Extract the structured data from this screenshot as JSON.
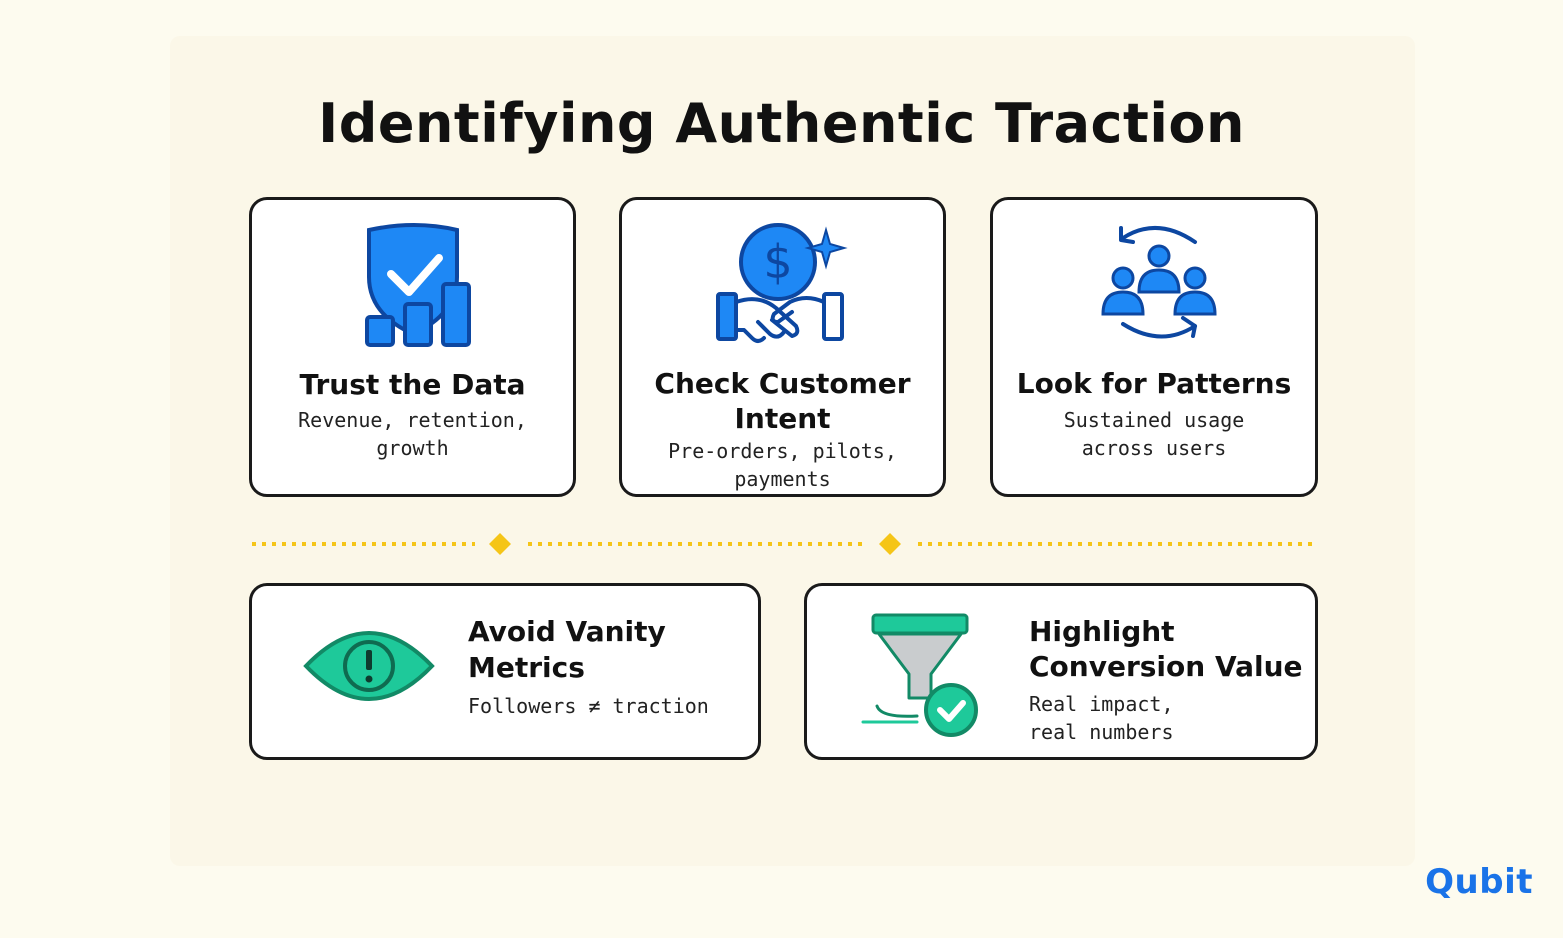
{
  "title": "Identifying Authentic Traction",
  "cards": [
    {
      "title": "Trust the Data",
      "subtitle_lines": [
        "Revenue, retention,",
        "growth"
      ],
      "icon": "shield-chart-icon"
    },
    {
      "title_lines": [
        "Check Customer",
        "Intent"
      ],
      "subtitle_lines": [
        "Pre-orders, pilots,",
        "payments"
      ],
      "icon": "handshake-dollar-icon"
    },
    {
      "title": "Look for Patterns",
      "subtitle_lines": [
        "Sustained usage",
        "across users"
      ],
      "icon": "users-cycle-icon"
    }
  ],
  "bottom_cards": [
    {
      "title_lines": [
        "Avoid Vanity",
        "Metrics"
      ],
      "subtitle": "Followers ≠ traction",
      "icon": "eye-warning-icon"
    },
    {
      "title_lines": [
        "Highlight",
        "Conversion Value"
      ],
      "subtitle_lines": [
        "Real impact,",
        "real numbers"
      ],
      "icon": "funnel-check-icon"
    }
  ],
  "brand": "Qubit",
  "colors": {
    "blue": "#1a73e8",
    "blue_fill": "#1e88f5",
    "green": "#1ec99a",
    "green_dark": "#128a66",
    "yellow": "#f5c518",
    "background": "#fdfbef"
  }
}
